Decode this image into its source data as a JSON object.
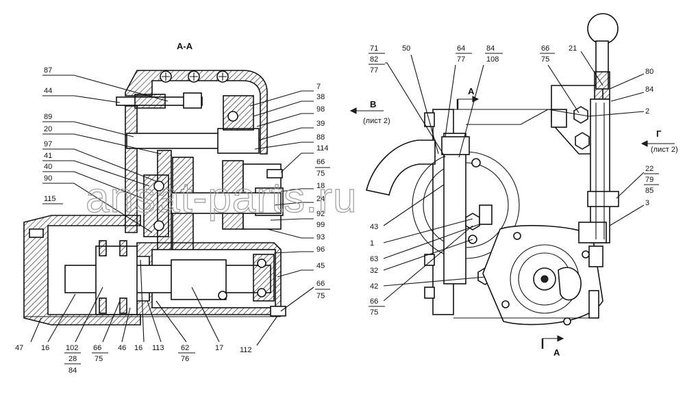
{
  "section_title": "А-А",
  "left_view": {
    "left_labels": [
      "87",
      "44",
      "89",
      "20",
      "97",
      "41",
      "40",
      "90",
      "115"
    ],
    "right_labels": [
      "7",
      "38",
      "98",
      "39",
      "88",
      "114",
      "66",
      "75",
      "18",
      "24",
      "92",
      "99",
      "93",
      "96",
      "45",
      "66",
      "75",
      "112"
    ],
    "bottom_labels": [
      "47",
      "16",
      "102",
      "28",
      "84",
      "66",
      "75",
      "46",
      "16",
      "113",
      "62",
      "76",
      "17"
    ]
  },
  "right_view": {
    "top_labels": [
      "71",
      "82",
      "77",
      "50",
      "64",
      "77",
      "84",
      "108",
      "66",
      "75",
      "21"
    ],
    "right_labels": [
      "80",
      "84",
      "2",
      "22",
      "79",
      "85",
      "3"
    ],
    "left_bottom_labels": [
      "43",
      "1",
      "63",
      "32",
      "42",
      "66",
      "75"
    ],
    "arrow_b": {
      "letter": "В",
      "note": "(лист 2)"
    },
    "arrow_g": {
      "letter": "Г",
      "note": "(лист 2)"
    },
    "section_mark_top": "А",
    "section_mark_bottom": "А"
  },
  "watermark": "ansat-parts.ru"
}
